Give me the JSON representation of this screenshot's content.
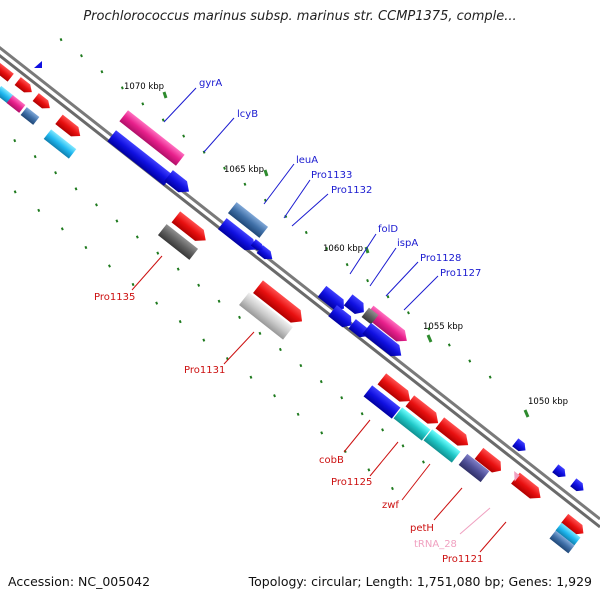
{
  "header": {
    "title": "Prochlorococcus marinus subsp. marinus str. CCMP1375, comple..."
  },
  "footer": {
    "accession": "Accession: NC_005042",
    "topology": "Topology: circular; Length: 1,751,080 bp; Genes: 1,929"
  },
  "colors": {
    "backbone": "#7a7a7a",
    "tick_major": "#2e8b2e",
    "tick_minor": "#1e7a1e",
    "forward_label": "#1a1ad0",
    "reverse_label": "#cc1010",
    "trna_label": "#f0a0c0"
  },
  "scale_labels": [
    "1070 kbp",
    "1065 kbp",
    "1060 kbp",
    "1055 kbp",
    "1050 kbp"
  ],
  "forward_labels": [
    "gyrA",
    "lcyB",
    "leuA",
    "Pro1133",
    "Pro1132",
    "folD",
    "ispA",
    "Pro1128",
    "Pro1127"
  ],
  "reverse_labels": [
    "Pro1135",
    "Pro1131",
    "cobB",
    "Pro1125",
    "zwf",
    "petH",
    "tRNA_28",
    "Pro1121"
  ],
  "genes": [
    {
      "name": "gyrA",
      "strand": "+",
      "color": "#e8208c",
      "icon": "rect-block"
    },
    {
      "name": "lcyB",
      "strand": "+",
      "color": "#1010e0",
      "icon": "arrow-block"
    },
    {
      "name": "leuA",
      "strand": "+",
      "color": "#4070a8",
      "icon": "rect-block"
    },
    {
      "name": "Pro1133",
      "strand": "+",
      "color": "#1010e0",
      "icon": "arrow-block"
    },
    {
      "name": "Pro1132",
      "strand": "+",
      "color": "#1010e0",
      "icon": "arrow-block"
    },
    {
      "name": "folD",
      "strand": "+",
      "color": "#1010e0",
      "icon": "rect-block"
    },
    {
      "name": "ispA",
      "strand": "+",
      "color": "#e8208c",
      "icon": "arrow-block"
    },
    {
      "name": "Pro1128",
      "strand": "+",
      "color": "#1010e0",
      "icon": "arrow-block"
    },
    {
      "name": "Pro1127",
      "strand": "+",
      "color": "#1010e0",
      "icon": "arrow-block"
    },
    {
      "name": "Pro1135",
      "strand": "-",
      "color": "#606060",
      "icon": "rect-block"
    },
    {
      "name": "Pro1131",
      "strand": "-",
      "color": "#b8b8b8",
      "icon": "rect-block"
    },
    {
      "name": "cobB",
      "strand": "-",
      "color": "#1010e0",
      "icon": "rect-block"
    },
    {
      "name": "Pro1125",
      "strand": "-",
      "color": "#20c8c8",
      "icon": "rect-block"
    },
    {
      "name": "zwf",
      "strand": "-",
      "color": "#20c8c8",
      "icon": "rect-block"
    },
    {
      "name": "petH",
      "strand": "-",
      "color": "#505098",
      "icon": "rect-block"
    },
    {
      "name": "tRNA_28",
      "strand": "-",
      "color": "#f0a0c0",
      "icon": "arrow-block"
    },
    {
      "name": "Pro1121",
      "strand": "-",
      "color": "#e81010",
      "icon": "arrow-block"
    }
  ]
}
